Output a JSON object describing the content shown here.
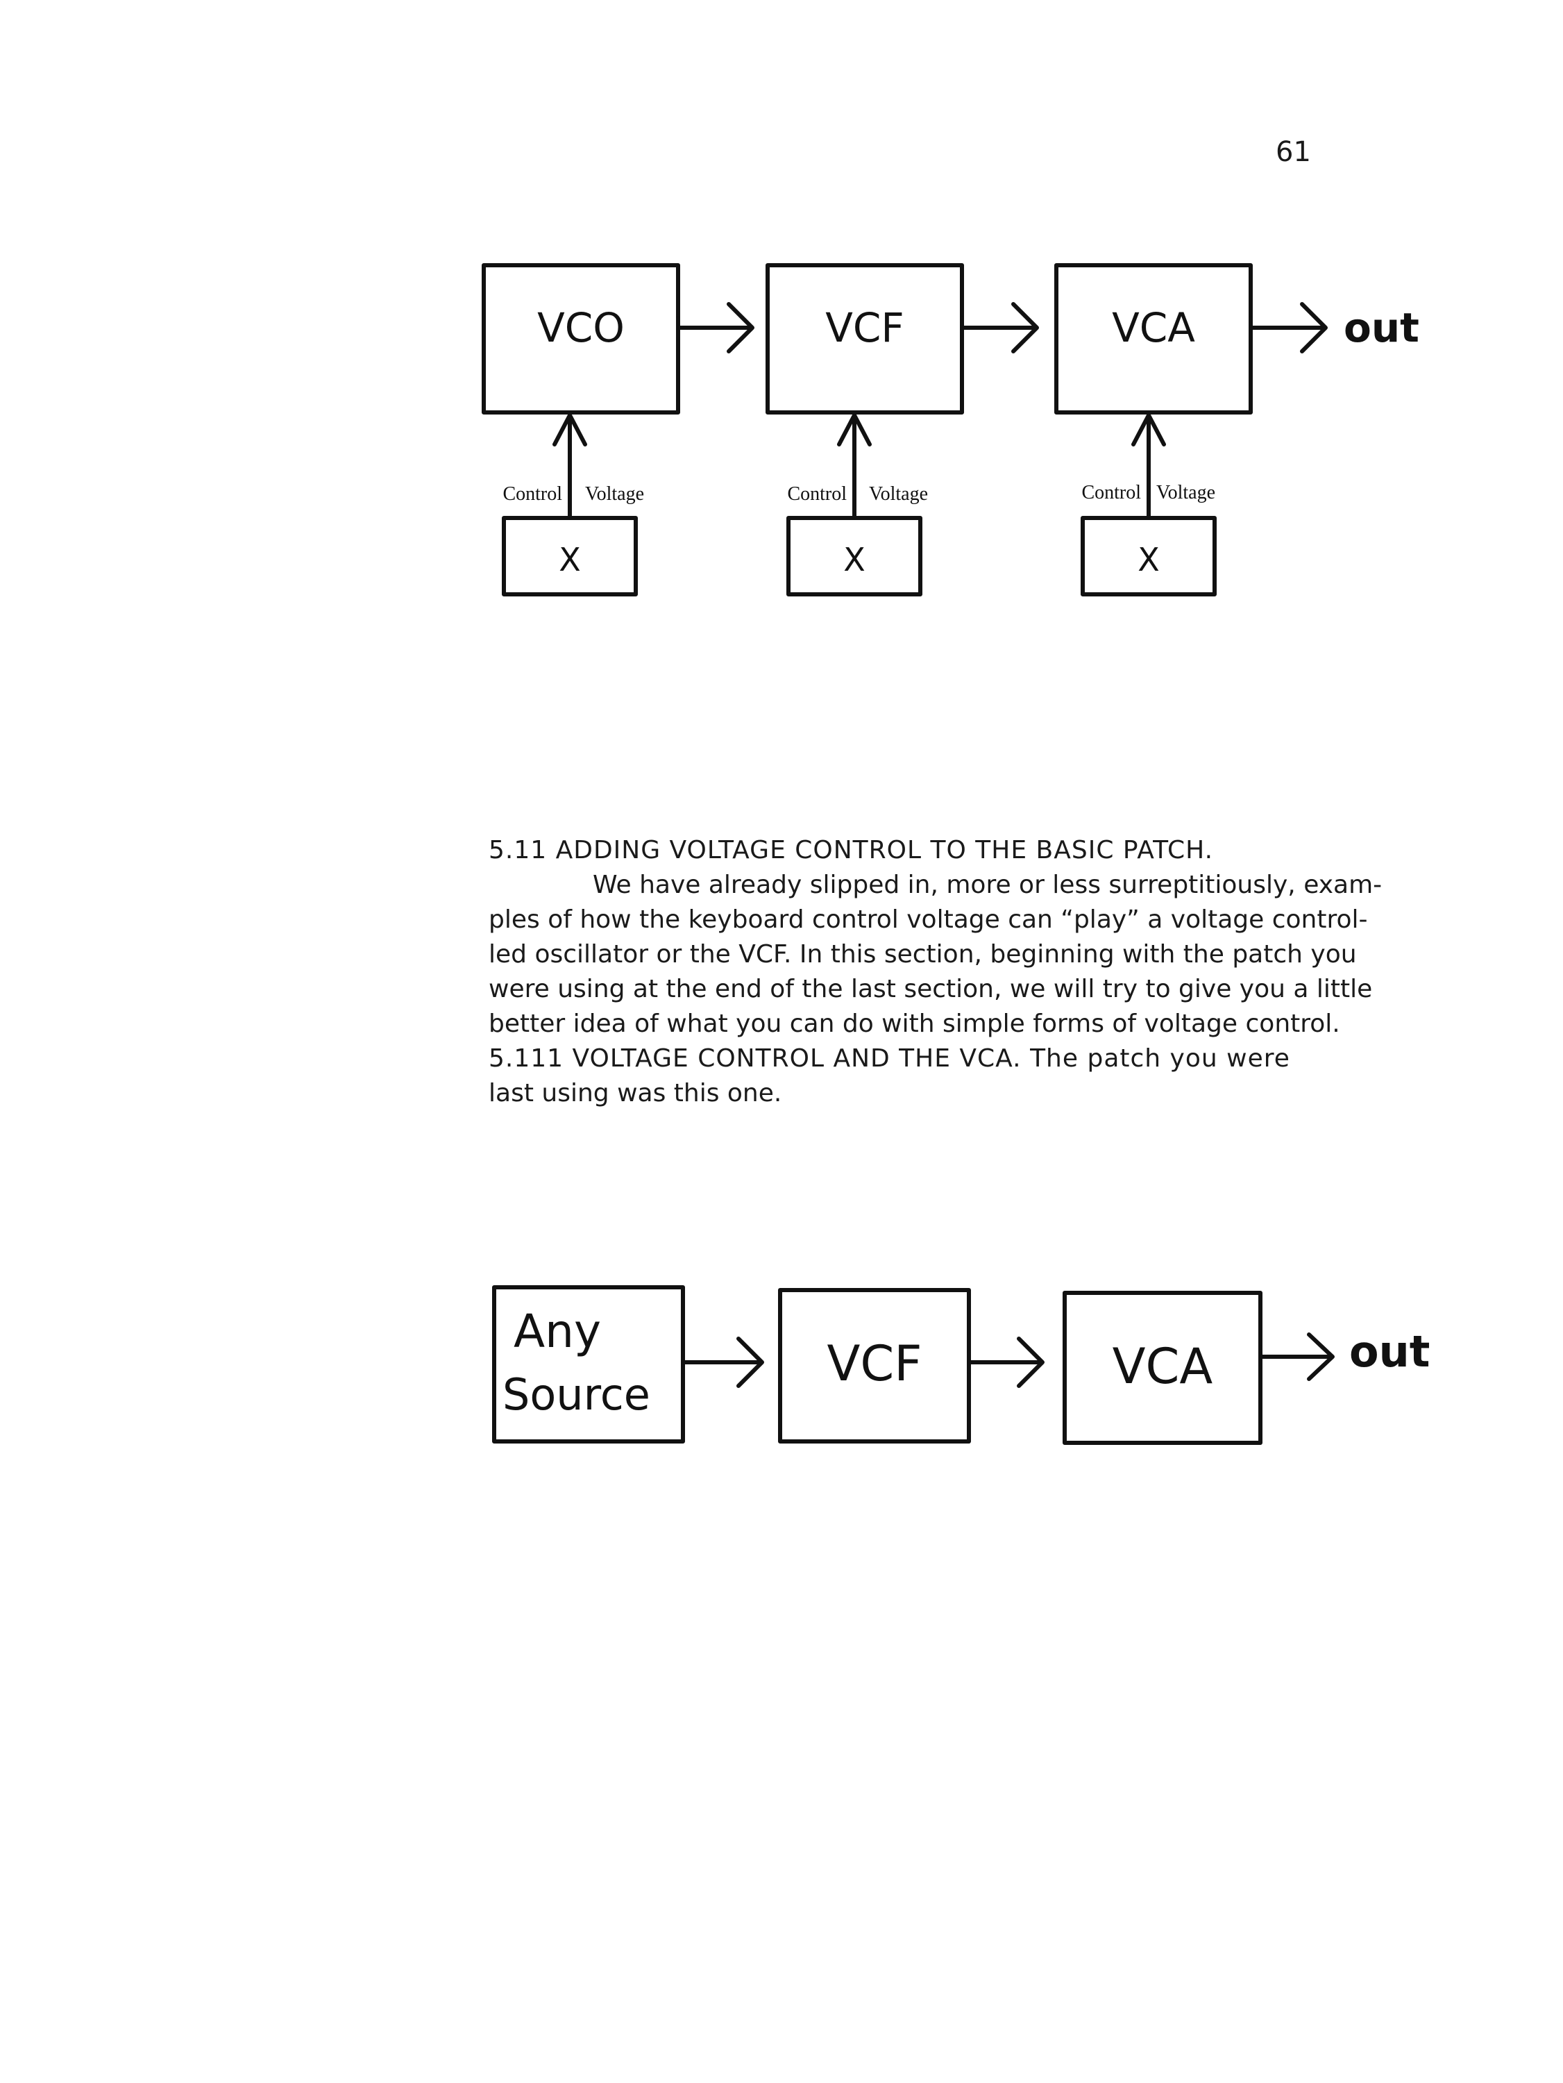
{
  "page_number": "61",
  "diagram_top": {
    "modules": [
      "VCO",
      "VCF",
      "VCA"
    ],
    "output_label": "out",
    "control_label": "Control",
    "voltage_label": "Voltage",
    "source_label": "X"
  },
  "section": {
    "heading": "5.11 ADDING VOLTAGE CONTROL TO THE BASIC PATCH.",
    "body_lines": [
      "We have already slipped in, more or less surreptitiously, exam-",
      "ples of how the keyboard control voltage can “play” a voltage control-",
      "led oscillator or the VCF. In this section, beginning with the patch you",
      "were using at the end of the last section, we will try to give you a little",
      "better idea of what you can do with simple forms of voltage control."
    ],
    "sub_lines": [
      "5.111 VOLTAGE CONTROL AND THE VCA. The patch you were",
      "last using was this one."
    ]
  },
  "diagram_bottom": {
    "source_line1": "Any",
    "source_line2": "Source",
    "modules": [
      "VCF",
      "VCA"
    ],
    "output_label": "out"
  }
}
